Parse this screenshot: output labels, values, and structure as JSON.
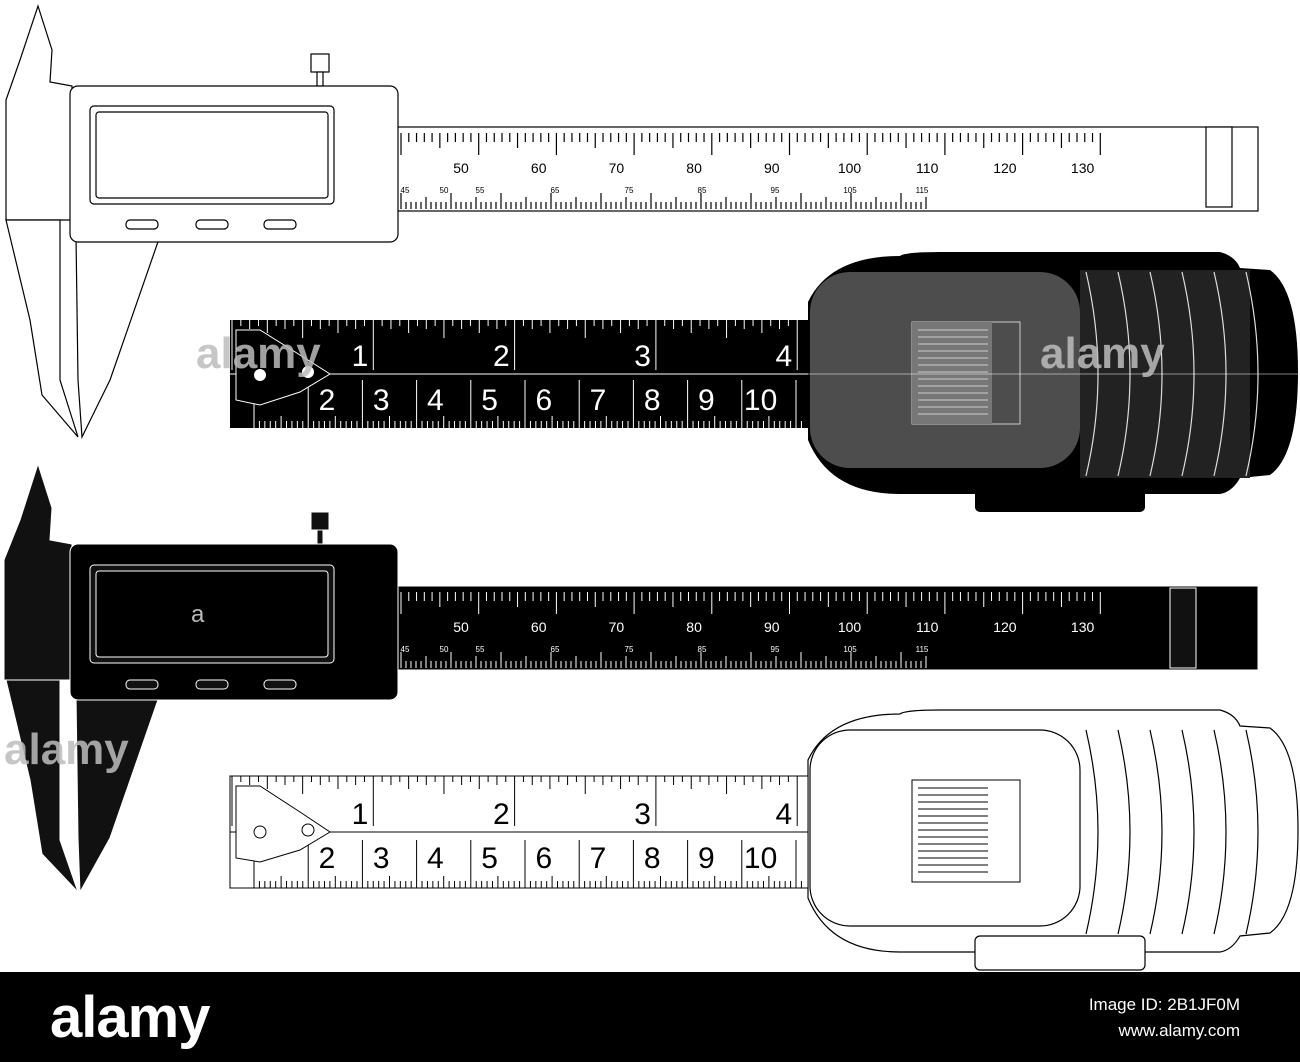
{
  "watermark": "alamy",
  "caliper_main_scale": [
    "50",
    "60",
    "70",
    "80",
    "90",
    "100",
    "110",
    "120",
    "130"
  ],
  "caliper_vernier_scale": [
    "45",
    "50",
    "55",
    "65",
    "75",
    "85",
    "95",
    "105",
    "115"
  ],
  "tape_top_row": [
    "1",
    "2",
    "3",
    "4"
  ],
  "tape_bottom_row": [
    "2",
    "3",
    "4",
    "5",
    "6",
    "7",
    "8",
    "9",
    "10"
  ],
  "lcd_letter": "a",
  "footer": {
    "logo": "alamy",
    "image_id_line": "Image ID: 2B1JF0M",
    "site_line": "www.alamy.com"
  }
}
